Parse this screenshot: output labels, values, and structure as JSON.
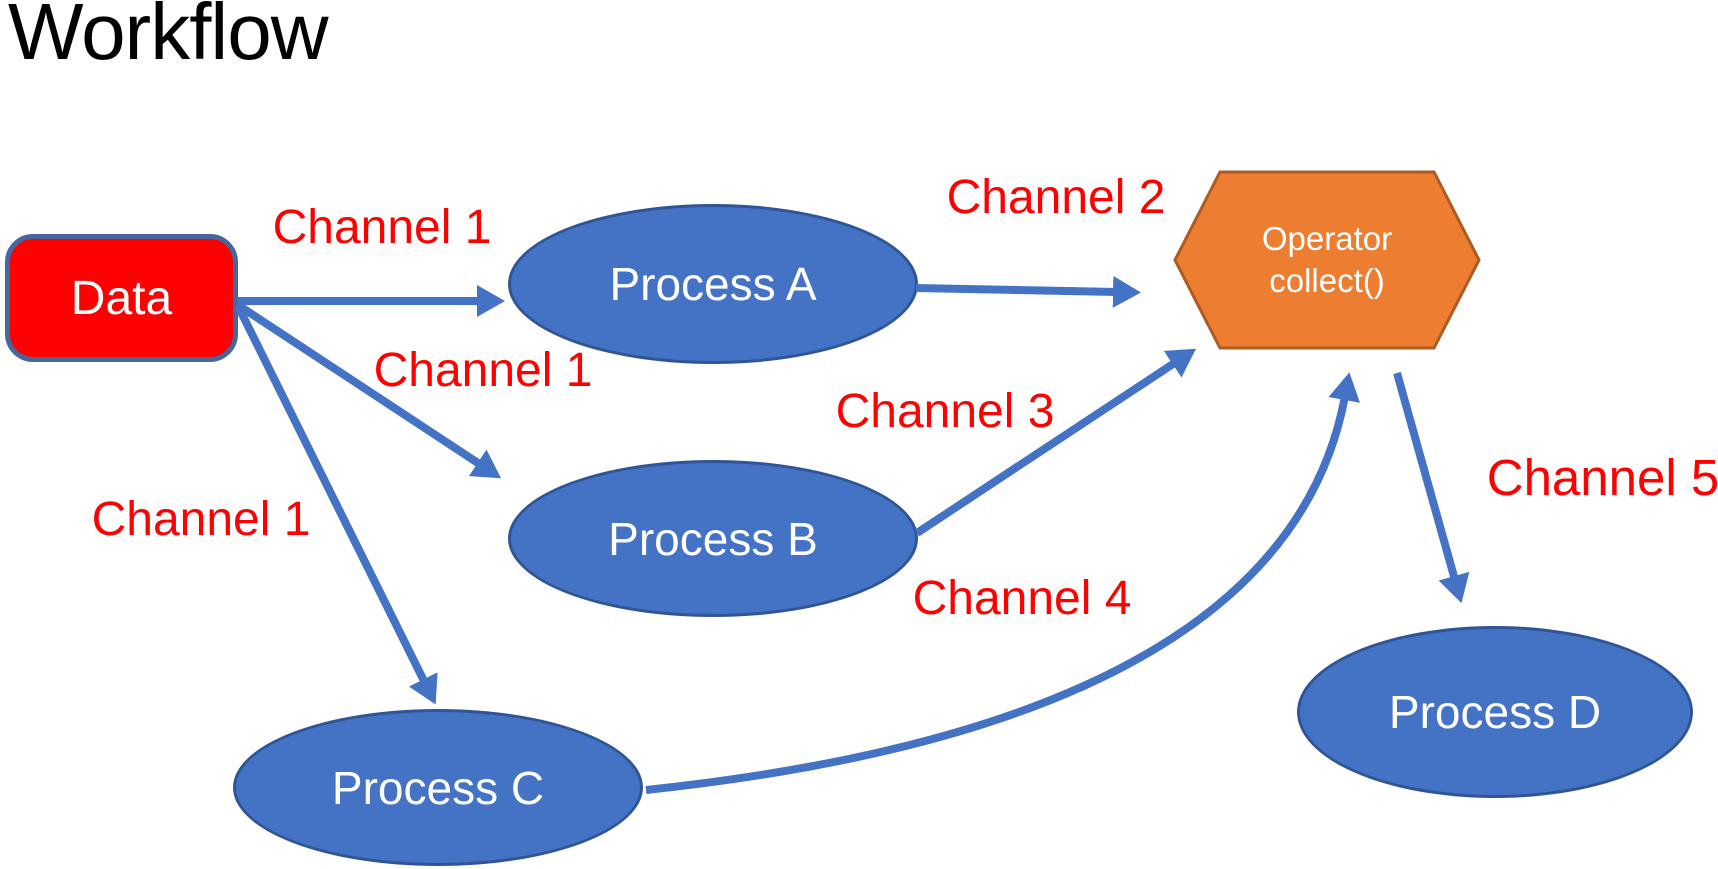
{
  "title": "Workflow",
  "nodes": {
    "data": {
      "label": "Data",
      "shape": "rounded-rectangle",
      "fill": "#FF0000"
    },
    "process_a": {
      "label": "Process A",
      "shape": "ellipse",
      "fill": "#4472C4"
    },
    "process_b": {
      "label": "Process B",
      "shape": "ellipse",
      "fill": "#4472C4"
    },
    "process_c": {
      "label": "Process C",
      "shape": "ellipse",
      "fill": "#4472C4"
    },
    "process_d": {
      "label": "Process D",
      "shape": "ellipse",
      "fill": "#4472C4"
    },
    "operator": {
      "label_line1": "Operator",
      "label_line2": "collect()",
      "shape": "hexagon",
      "fill": "#ED7D31"
    }
  },
  "edges": [
    {
      "label": "Channel 1",
      "from": "Data",
      "to": "Process A"
    },
    {
      "label": "Channel 1",
      "from": "Data",
      "to": "Process B"
    },
    {
      "label": "Channel 1",
      "from": "Data",
      "to": "Process C"
    },
    {
      "label": "Channel 2",
      "from": "Process A",
      "to": "Operator collect()"
    },
    {
      "label": "Channel 3",
      "from": "Process B",
      "to": "Operator collect()"
    },
    {
      "label": "Channel 4",
      "from": "Process C",
      "to": "Operator collect()"
    },
    {
      "label": "Channel 5",
      "from": "Operator collect()",
      "to": "Process D"
    }
  ],
  "colors": {
    "arrow_blue": "#4472C4",
    "node_blue_fill": "#4472C4",
    "node_blue_border": "#2F5597",
    "data_red_fill": "#FF0000",
    "data_box_border": "#44679F",
    "hexagon_fill": "#ED7D31",
    "hexagon_border": "#AC5B22",
    "label_red": "#FF0000",
    "title_black": "#000000"
  }
}
